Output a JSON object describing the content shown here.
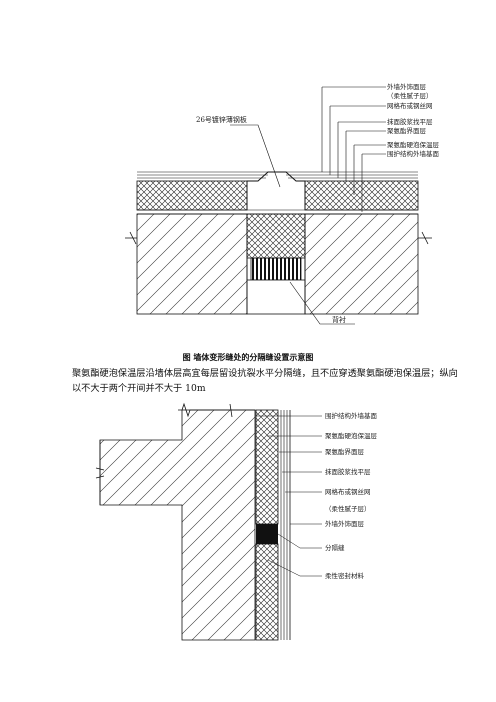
{
  "figure1": {
    "labels": [
      "外墙外饰面层",
      "（柔性腻子层）",
      "网格布或钢丝网",
      "抹面胶浆找平层",
      "聚氨酯界面层",
      "聚氨酯硬泡保温层",
      "围护结构外墙基面"
    ],
    "sheet_label": "26号镀锌薄钢板",
    "backing_label": "背衬"
  },
  "caption": "图  墙体变形缝处的分隔缝设置示意图",
  "paragraph": "聚氨酯硬泡保温层沿墙体层高宜每层留设抗裂水平分隔缝，且不应穿透聚氨酯硬泡保温层；纵向以不大于两个开间并不大于 10m",
  "figure2": {
    "labels": [
      "围护结构外墙基面",
      "聚氨酯硬泡保温层",
      "聚氨酯界面层",
      "抹面胶浆找平层",
      "网格布或钢丝网",
      "（柔性腻子层）",
      "外墙外饰面层",
      "分隔缝",
      "柔性密封材料"
    ]
  }
}
